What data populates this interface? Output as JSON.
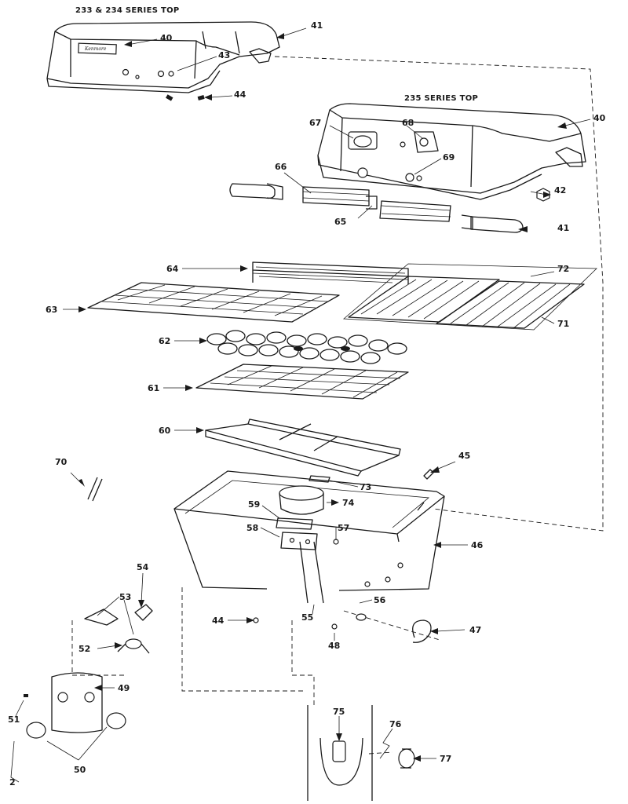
{
  "titles": {
    "top_233_234": "233 & 234 SERIES TOP",
    "top_235": "235 SERIES TOP"
  },
  "brand": "Kenmore",
  "parts": [
    {
      "id": "p40a",
      "label": "40"
    },
    {
      "id": "p41a",
      "label": "41"
    },
    {
      "id": "p43",
      "label": "43"
    },
    {
      "id": "p44a",
      "label": "44"
    },
    {
      "id": "p40b",
      "label": "40"
    },
    {
      "id": "p67",
      "label": "67"
    },
    {
      "id": "p68",
      "label": "68"
    },
    {
      "id": "p69",
      "label": "69"
    },
    {
      "id": "p66",
      "label": "66"
    },
    {
      "id": "p42",
      "label": "42"
    },
    {
      "id": "p65",
      "label": "65"
    },
    {
      "id": "p41b",
      "label": "41"
    },
    {
      "id": "p64",
      "label": "64"
    },
    {
      "id": "p72",
      "label": "72"
    },
    {
      "id": "p63",
      "label": "63"
    },
    {
      "id": "p71",
      "label": "71"
    },
    {
      "id": "p62",
      "label": "62"
    },
    {
      "id": "p61",
      "label": "61"
    },
    {
      "id": "p60",
      "label": "60"
    },
    {
      "id": "p70",
      "label": "70"
    },
    {
      "id": "p45",
      "label": "45"
    },
    {
      "id": "p73",
      "label": "73"
    },
    {
      "id": "p74",
      "label": "74"
    },
    {
      "id": "p59",
      "label": "59"
    },
    {
      "id": "p58",
      "label": "58"
    },
    {
      "id": "p57",
      "label": "57"
    },
    {
      "id": "p46",
      "label": "46"
    },
    {
      "id": "p54",
      "label": "54"
    },
    {
      "id": "p53",
      "label": "53"
    },
    {
      "id": "p56",
      "label": "56"
    },
    {
      "id": "p44b",
      "label": "44"
    },
    {
      "id": "p55",
      "label": "55"
    },
    {
      "id": "p47",
      "label": "47"
    },
    {
      "id": "p52",
      "label": "52"
    },
    {
      "id": "p48",
      "label": "48"
    },
    {
      "id": "p49",
      "label": "49"
    },
    {
      "id": "p51",
      "label": "51"
    },
    {
      "id": "p75",
      "label": "75"
    },
    {
      "id": "p76",
      "label": "76"
    },
    {
      "id": "p77",
      "label": "77"
    },
    {
      "id": "p50",
      "label": "50"
    }
  ],
  "page_number": "2"
}
